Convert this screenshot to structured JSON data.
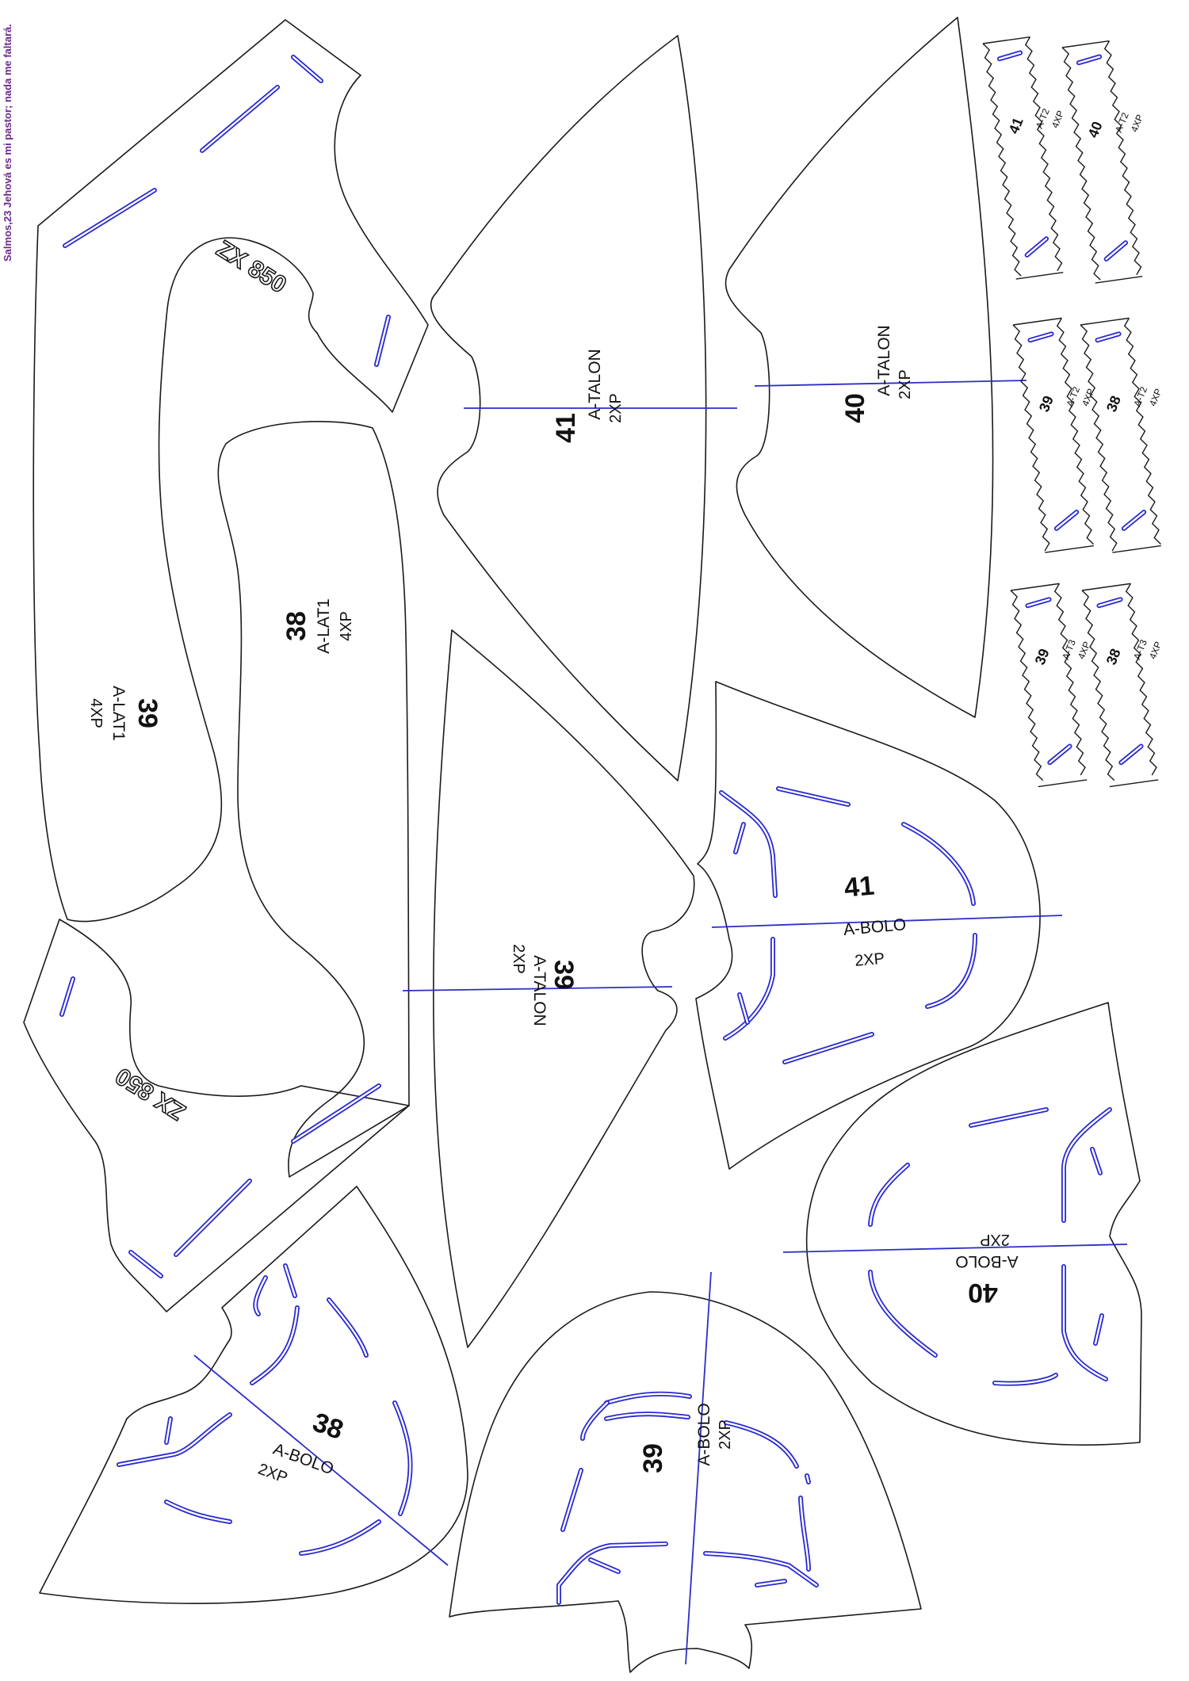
{
  "side_note": "Salmos,23 Jehová es mi pastor; nada me faltará.",
  "colors": {
    "outline": "#1a1a1a",
    "guide": "#2d2dc8",
    "note": "#6a2a8a"
  },
  "pieces": [
    {
      "id": "lat1-39",
      "number": "39",
      "name": "A-LAT1",
      "qty": "4XP"
    },
    {
      "id": "lat1-38",
      "number": "38",
      "name": "A-LAT1",
      "qty": "4XP"
    },
    {
      "id": "brand-top",
      "text": "ZX 850"
    },
    {
      "id": "brand-bottom",
      "text": "ZX 850"
    },
    {
      "id": "talon-41",
      "number": "41",
      "name": "A-TALON",
      "qty": "2XP"
    },
    {
      "id": "talon-40",
      "number": "40",
      "name": "A-TALON",
      "qty": "2XP"
    },
    {
      "id": "talon-39",
      "number": "39",
      "name": "A-TALON",
      "qty": "2XP"
    },
    {
      "id": "bolo-41",
      "number": "41",
      "name": "A-BOLO",
      "qty": "2XP"
    },
    {
      "id": "bolo-40",
      "number": "40",
      "name": "A-BOLO",
      "qty": "2XP"
    },
    {
      "id": "bolo-38",
      "number": "38",
      "name": "A-BOLO",
      "qty": "2XP"
    },
    {
      "id": "bolo-39",
      "number": "39",
      "name": "A-BOLO",
      "qty": "2XP"
    },
    {
      "id": "strip-41",
      "number": "41",
      "name": "A-T2",
      "qty": "4XP"
    },
    {
      "id": "strip-40",
      "number": "40",
      "name": "A-T2",
      "qty": "4XP"
    },
    {
      "id": "strip-39a",
      "number": "39",
      "name": "A-T2",
      "qty": "4XP"
    },
    {
      "id": "strip-38a",
      "number": "38",
      "name": "A-T2",
      "qty": "4XP"
    },
    {
      "id": "strip-39b",
      "number": "39",
      "name": "A-T3",
      "qty": "4XP"
    },
    {
      "id": "strip-38b",
      "number": "38",
      "name": "A-T3",
      "qty": "4XP"
    }
  ]
}
